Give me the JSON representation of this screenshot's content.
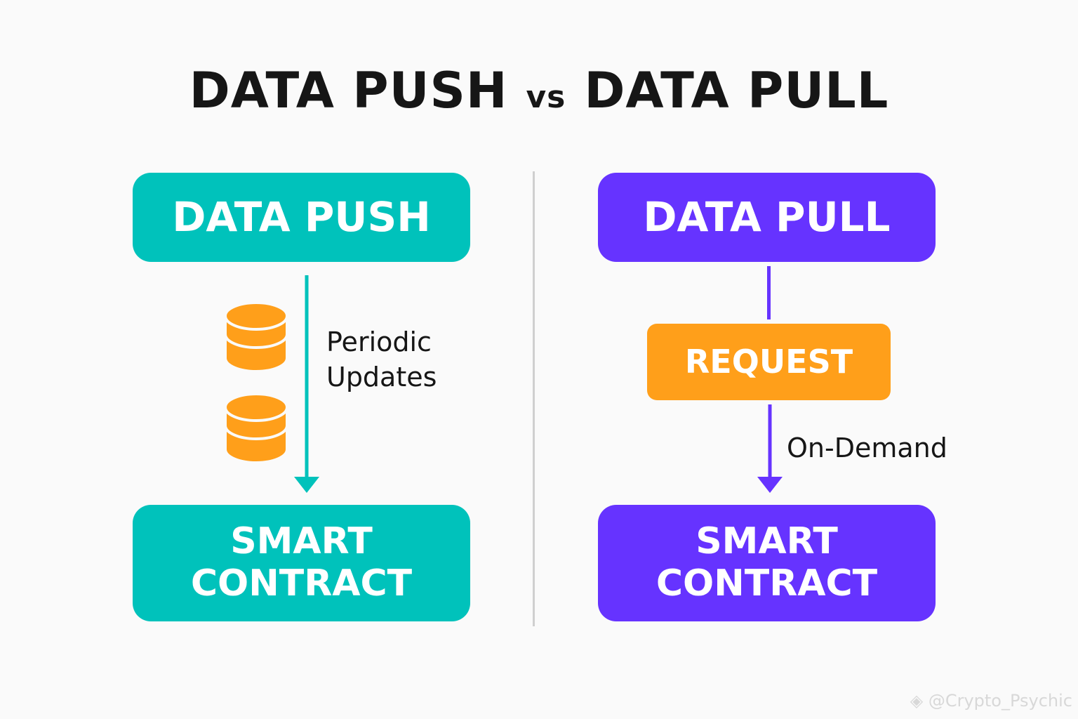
{
  "title": {
    "left": "DATA PUSH",
    "vs": "vs",
    "right": "DATA PULL"
  },
  "push": {
    "header": "DATA PUSH",
    "icon": "database-icon",
    "label_line1": "Periodic",
    "label_line2": "Updates",
    "target": "SMART CONTRACT",
    "color": "#00c2bb"
  },
  "pull": {
    "header": "DATA PULL",
    "request": "REQUEST",
    "label": "On-Demand",
    "target": "SMART CONTRACT",
    "color": "#6633ff",
    "request_color": "#ff9f1a"
  },
  "watermark": "@Crypto_Psychic"
}
